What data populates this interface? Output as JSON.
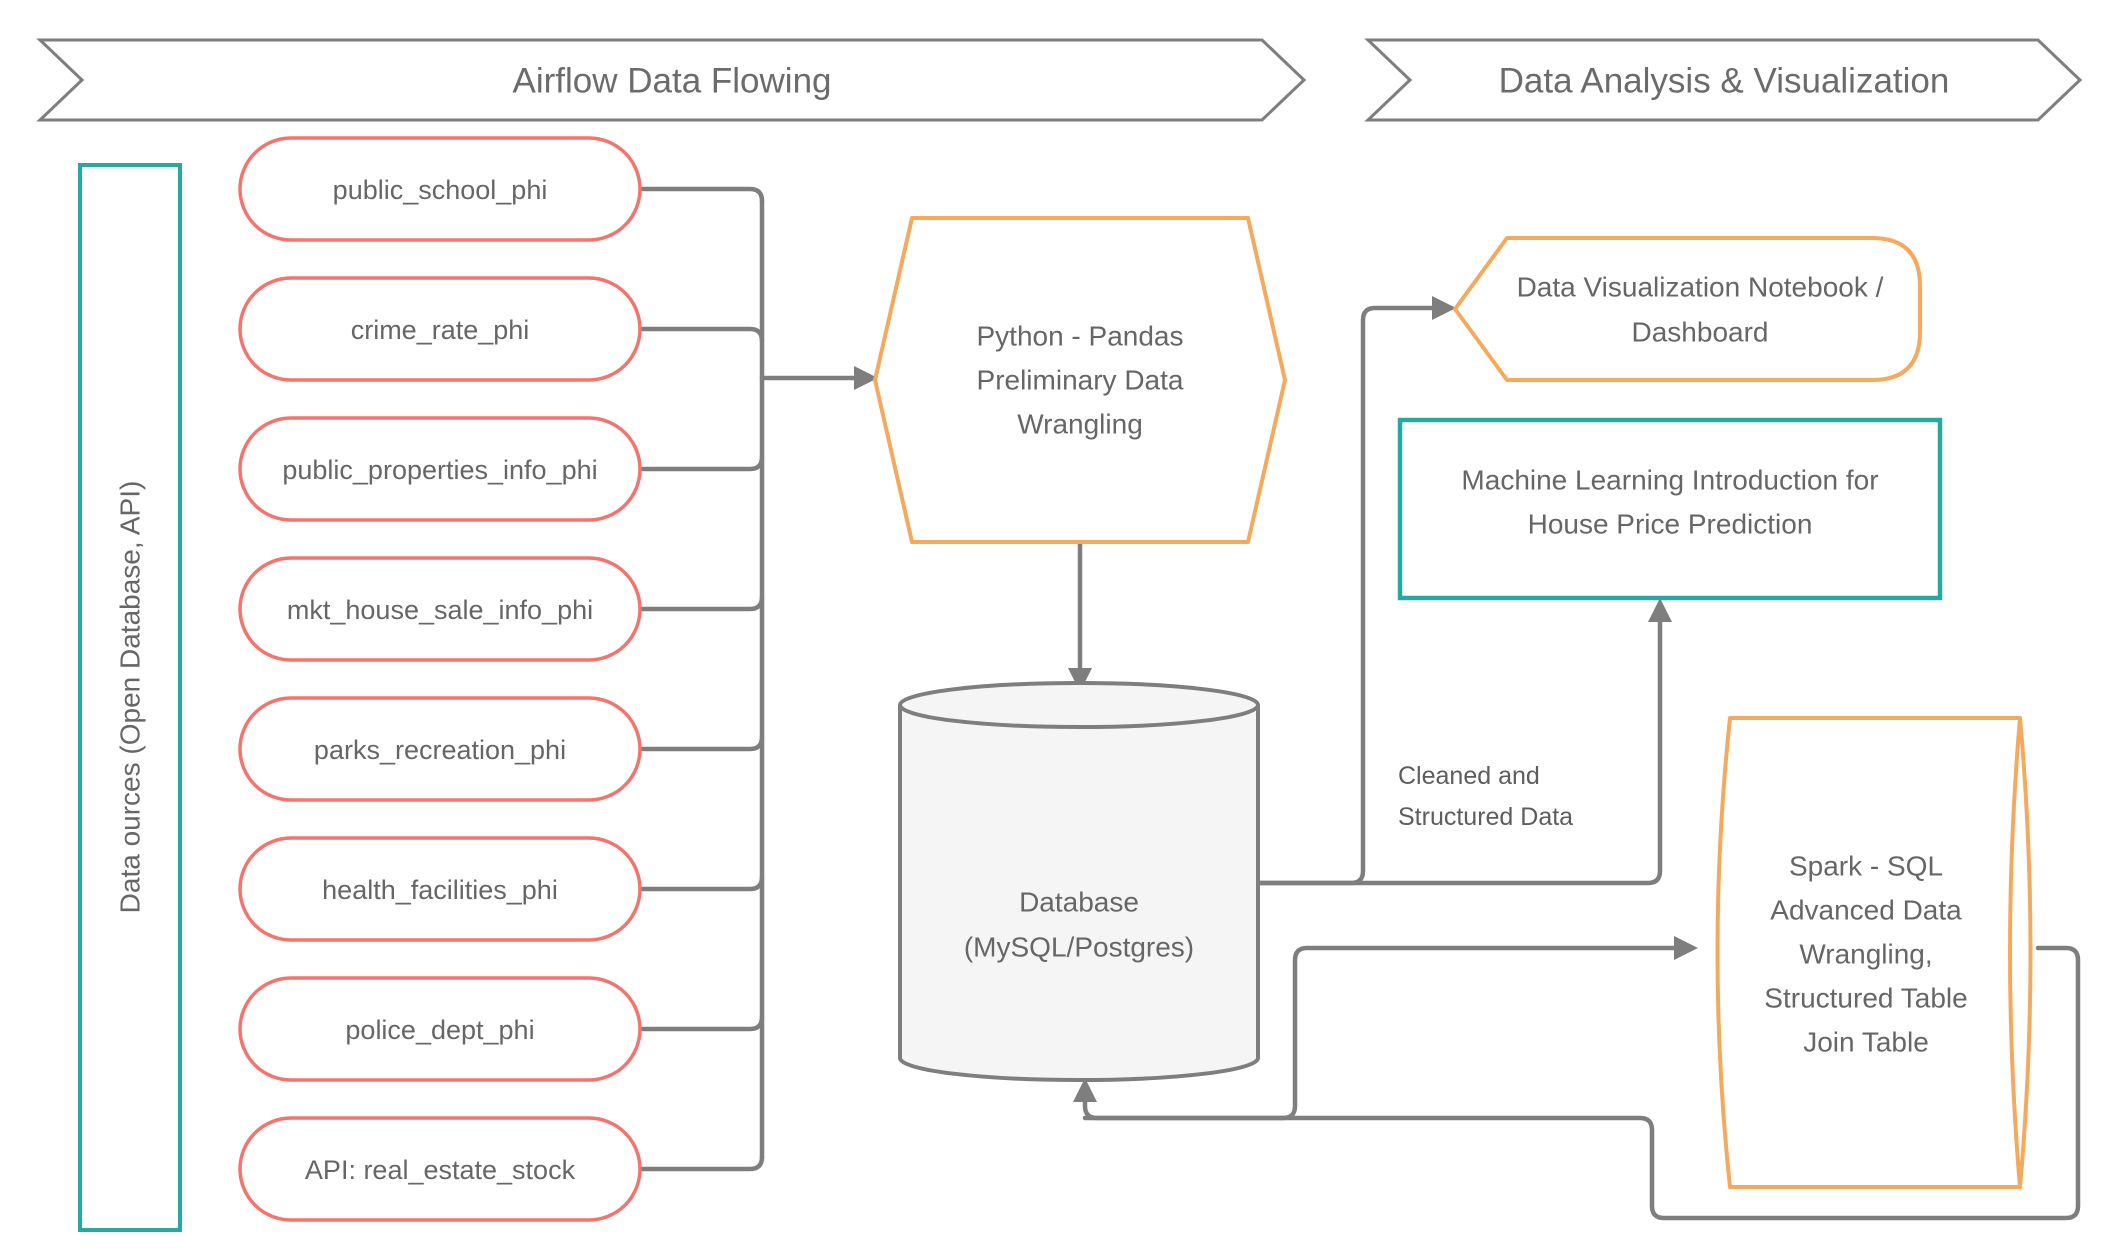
{
  "banners": {
    "flow_title": "Airflow Data Flowing",
    "analysis_title": "Data Analysis & Visualization"
  },
  "source_bar": {
    "label": "Data ources (Open Database, API)"
  },
  "sources": {
    "items": [
      {
        "label": "public_school_phi"
      },
      {
        "label": "crime_rate_phi"
      },
      {
        "label": "public_properties_info_phi"
      },
      {
        "label": "mkt_house_sale_info_phi"
      },
      {
        "label": "parks_recreation_phi"
      },
      {
        "label": "health_facilities_phi"
      },
      {
        "label": "police_dept_phi"
      },
      {
        "label": "API: real_estate_stock"
      }
    ]
  },
  "wrangling_hexagon": {
    "line1": "Python - Pandas",
    "line2": "Preliminary Data",
    "line3": "Wrangling"
  },
  "database": {
    "line1": "Database",
    "line2": "(MySQL/Postgres)"
  },
  "notebook": {
    "line1": "Data Visualization Notebook /",
    "line2": "Dashboard"
  },
  "ml_box": {
    "line1": "Machine Learning Introduction for",
    "line2": "House Price Prediction"
  },
  "spark": {
    "line1": "Spark - SQL",
    "line2": "Advanced Data",
    "line3": "Wrangling,",
    "line4": "Structured Table",
    "line5": "Join Table"
  },
  "edge_label": {
    "line1": "Cleaned and",
    "line2": "Structured Data"
  },
  "colors": {
    "red": "#F4736D",
    "orange": "#F5A95C",
    "teal": "#26A9A1",
    "line": "#7E7E7E",
    "text": "#666666",
    "db-fill": "#F5F5F5"
  }
}
